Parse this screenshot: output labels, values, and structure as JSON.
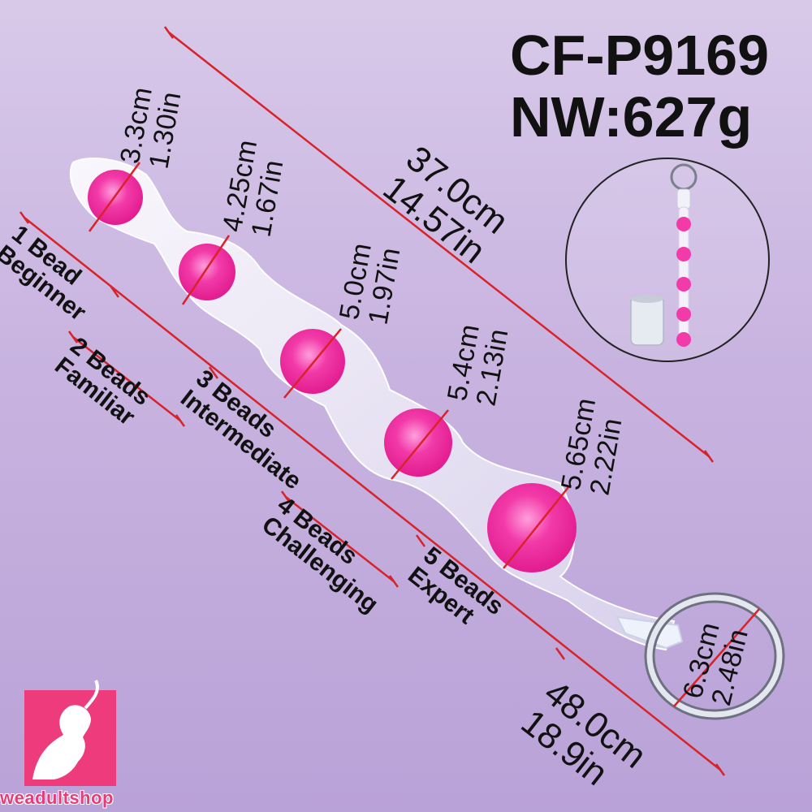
{
  "product": {
    "code": "CF-P9169",
    "net_weight": "NW:627g"
  },
  "dimensions": {
    "bead1": {
      "cm": "3.3cm",
      "in": "1.30in"
    },
    "bead2": {
      "cm": "4.25cm",
      "in": "1.67in"
    },
    "bead3": {
      "cm": "5.0cm",
      "in": "1.97in"
    },
    "bead4": {
      "cm": "5.4cm",
      "in": "2.13in"
    },
    "bead5": {
      "cm": "5.65cm",
      "in": "2.22in"
    },
    "insertable_length": {
      "cm": "37.0cm",
      "in": "14.57in"
    },
    "total_length": {
      "cm": "48.0cm",
      "in": "18.9in"
    },
    "ring": {
      "cm": "6.3cm",
      "in": "2.48in"
    }
  },
  "levels": [
    {
      "count": "1 Bead",
      "name": "Beginner"
    },
    {
      "count": "2 Beads",
      "name": "Familiar"
    },
    {
      "count": "3 Beads",
      "name": "Intermediate"
    },
    {
      "count": "4 Beads",
      "name": "Challenging"
    },
    {
      "count": "5 Beads",
      "name": "Expert"
    }
  ],
  "brand": {
    "name": "weadultshop"
  },
  "colors": {
    "measure_line": "#d8232a",
    "bead": "#f23aa8",
    "body": "#f2f0fa",
    "brand": "#e93b7a",
    "text": "#111111"
  },
  "icons": [
    "logo-icon",
    "can-icon",
    "key-ring-icon"
  ]
}
